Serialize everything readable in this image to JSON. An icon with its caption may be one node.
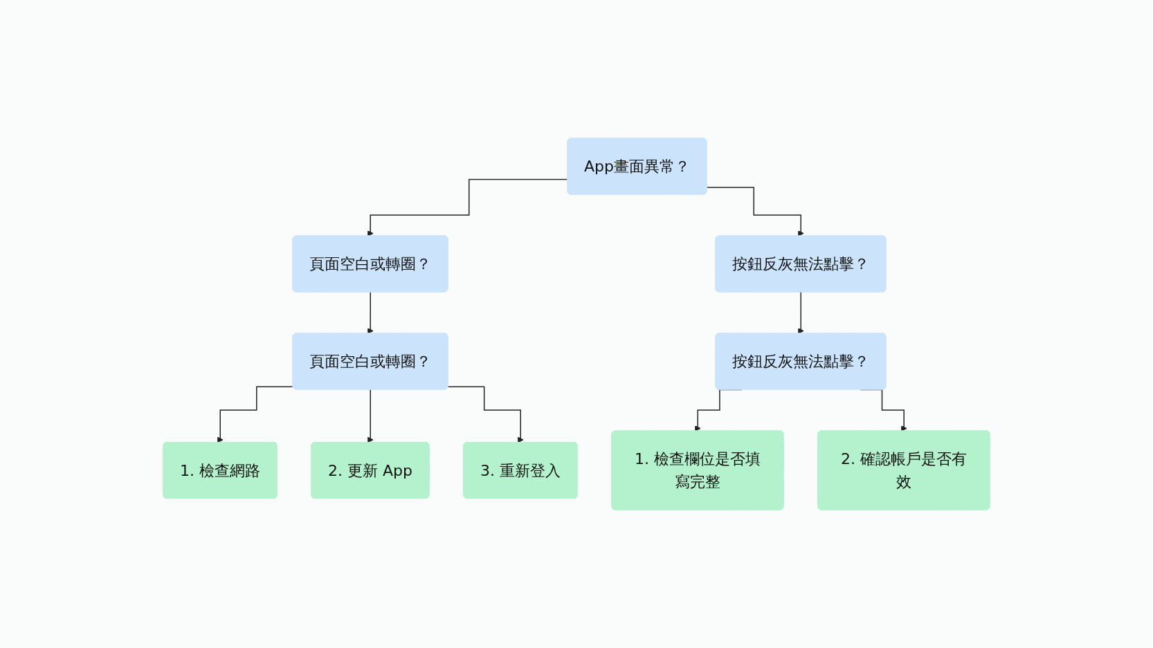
{
  "diagram": {
    "nodes": [
      {
        "text": [
          "App畫面異常？"
        ]
      },
      {
        "text": [
          "頁面空白或轉圈？"
        ]
      },
      {
        "text": [
          "按鈕反灰無法點擊？"
        ]
      },
      {
        "text": [
          "頁面空白或轉圈？"
        ]
      },
      {
        "text": [
          "按鈕反灰無法點擊？"
        ]
      },
      {
        "text": [
          "1. 檢查網路"
        ]
      },
      {
        "text": [
          "2. 更新 App"
        ]
      },
      {
        "text": [
          "3. 重新登入"
        ]
      },
      {
        "text": [
          "1. 檢查欄位是否填寫完整"
        ]
      },
      {
        "text": [
          "2. 確認帳戶是否有效"
        ]
      }
    ],
    "edges": [
      {
        "from": 0,
        "to": 1,
        "arrow": "to"
      },
      {
        "from": 0,
        "to": 2,
        "arrow": "to"
      },
      {
        "from": 1,
        "to": 3,
        "arrow": "to"
      },
      {
        "from": 2,
        "to": 4,
        "arrow": "to"
      },
      {
        "from": 3,
        "to": 5,
        "arrow": "to"
      },
      {
        "from": 3,
        "to": 6,
        "arrow": "to"
      },
      {
        "from": 3,
        "to": 7,
        "arrow": "to"
      },
      {
        "from": 4,
        "to": 8,
        "arrow": "to"
      },
      {
        "from": 4,
        "to": 9,
        "arrow": "to"
      }
    ]
  }
}
